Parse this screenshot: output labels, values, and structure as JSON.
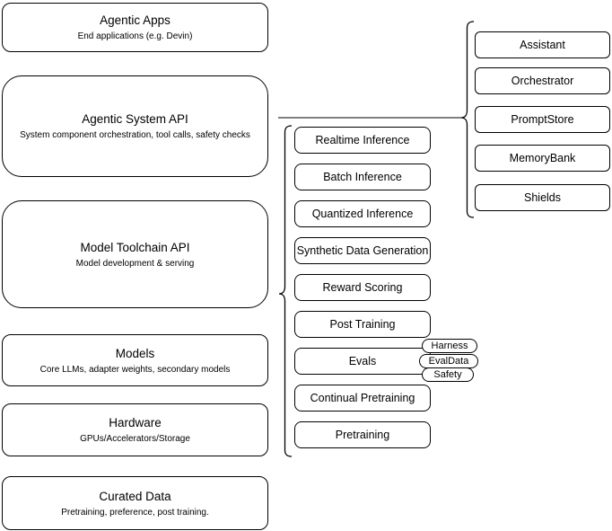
{
  "diagram": {
    "background": "#ffffff",
    "stroke_color": "#000000",
    "text_color": "#000000",
    "left_stack": {
      "boxes": [
        {
          "title": "Agentic Apps",
          "subtitle": "End applications (e.g. Devin)"
        },
        {
          "title": "Agentic System API",
          "subtitle": "System component orchestration, tool calls, safety checks"
        },
        {
          "title": "Model Toolchain API",
          "subtitle": "Model development & serving"
        },
        {
          "title": "Models",
          "subtitle": "Core LLMs, adapter weights, secondary models"
        },
        {
          "title": "Hardware",
          "subtitle": "GPUs/Accelerators/Storage"
        },
        {
          "title": "Curated Data",
          "subtitle": "Pretraining, preference, post training."
        }
      ]
    },
    "toolchain_group": {
      "items": [
        {
          "label": "Realtime Inference"
        },
        {
          "label": "Batch Inference"
        },
        {
          "label": "Quantized Inference"
        },
        {
          "label": "Synthetic Data Generation"
        },
        {
          "label": "Reward Scoring"
        },
        {
          "label": "Post Training"
        },
        {
          "label": "Evals"
        },
        {
          "label": "Continual Pretraining"
        },
        {
          "label": "Pretraining"
        }
      ],
      "evals_tags": [
        {
          "label": "Harness"
        },
        {
          "label": "EvalData"
        },
        {
          "label": "Safety"
        }
      ]
    },
    "system_components_group": {
      "items": [
        {
          "label": "Assistant"
        },
        {
          "label": "Orchestrator"
        },
        {
          "label": "PromptStore"
        },
        {
          "label": "MemoryBank"
        },
        {
          "label": "Shields"
        }
      ]
    }
  }
}
